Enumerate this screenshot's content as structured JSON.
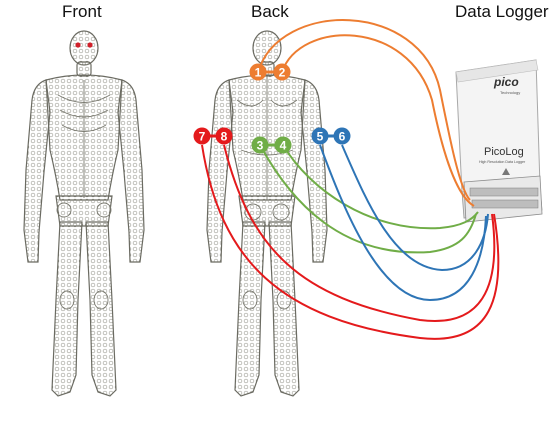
{
  "headings": {
    "front": "Front",
    "back": "Back",
    "logger": "Data Logger"
  },
  "logger": {
    "brand": "pico",
    "brand_sub": "Technology",
    "product": "PicoLog",
    "product_sub": "High Resolution Data Logger"
  },
  "sensors": [
    {
      "label": "1",
      "group": "neck",
      "color": "#ed7d31"
    },
    {
      "label": "2",
      "group": "neck",
      "color": "#ed7d31"
    },
    {
      "label": "3",
      "group": "spine",
      "color": "#70ad47"
    },
    {
      "label": "4",
      "group": "spine",
      "color": "#70ad47"
    },
    {
      "label": "5",
      "group": "right-shoulder",
      "color": "#2e75b6"
    },
    {
      "label": "6",
      "group": "right-shoulder",
      "color": "#2e75b6"
    },
    {
      "label": "7",
      "group": "left-shoulder",
      "color": "#e41a1c"
    },
    {
      "label": "8",
      "group": "left-shoulder",
      "color": "#e41a1c"
    }
  ],
  "colors": {
    "neck": "#ed7d31",
    "spine": "#70ad47",
    "right_shoulder": "#2e75b6",
    "left_shoulder": "#e41a1c",
    "figure_stroke": "#6b6b62",
    "eyes": "#d0202a"
  }
}
